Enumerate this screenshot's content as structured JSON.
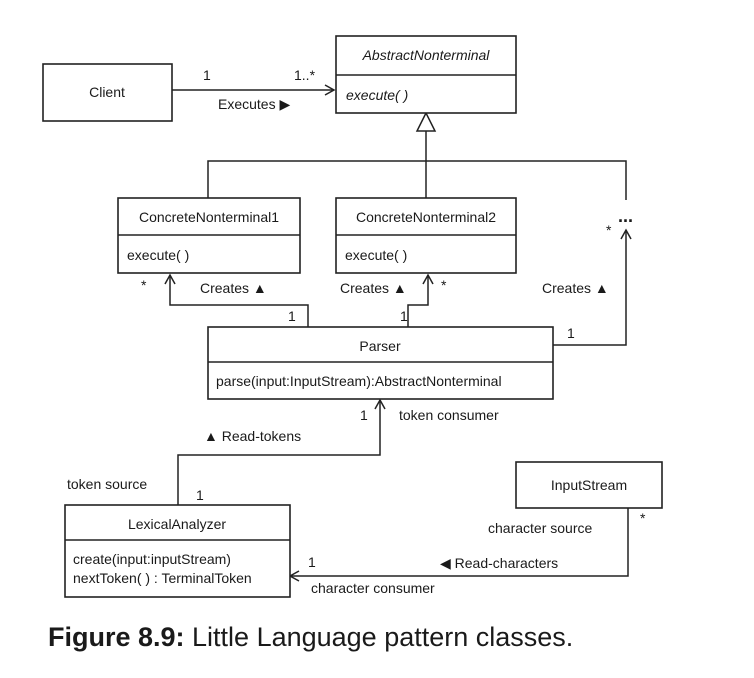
{
  "classes": {
    "client": "Client",
    "abstract": {
      "name": "AbstractNonterminal",
      "op": "execute( )"
    },
    "concrete1": {
      "name": "ConcreteNonterminal1",
      "op": "execute( )"
    },
    "concrete2": {
      "name": "ConcreteNonterminal2",
      "op": "execute( )"
    },
    "parser": {
      "name": "Parser",
      "op": "parse(input:InputStream):AbstractNonterminal"
    },
    "lexer": {
      "name": "LexicalAnalyzer",
      "op1": "create(input:inputStream)",
      "op2": "nextToken( ) : TerminalToken"
    },
    "input_stream": "InputStream",
    "ellipsis": "..."
  },
  "associations": {
    "executes": {
      "label": "Executes ▶",
      "client_mult": "1",
      "target_mult": "1..*"
    },
    "creates1": {
      "label": "Creates ▲",
      "near_mult": "*",
      "far_mult": "1"
    },
    "creates2": {
      "label": "Creates ▲",
      "near_mult": "*",
      "far_mult": "1"
    },
    "creates3": {
      "label": "Creates ▲",
      "near_mult": "*",
      "far_mult": "1"
    },
    "read_tokens": {
      "label": "▲ Read-tokens",
      "parser_mult": "1",
      "lexer_mult": "1",
      "parser_role": "token consumer",
      "lexer_role": "token source"
    },
    "read_chars": {
      "label": "◀ Read-characters",
      "stream_mult": "*",
      "lexer_mult": "1",
      "stream_role": "character source",
      "lexer_role": "character consumer"
    }
  },
  "caption": {
    "prefix": "Figure 8.9:",
    "text": " Little Language pattern classes."
  }
}
